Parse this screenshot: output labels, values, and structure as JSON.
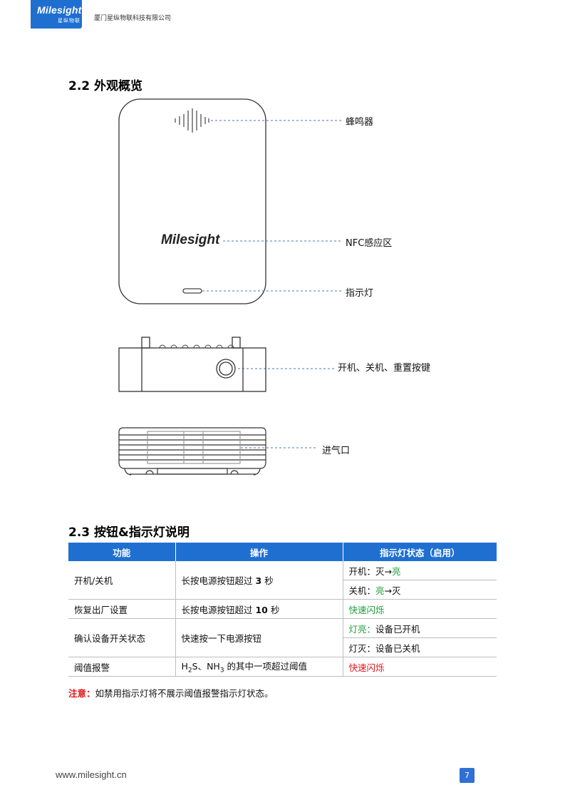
{
  "header": {
    "logo_name": "Milesight",
    "logo_sub": "星纵物联",
    "company": "厦门星纵物联科技有限公司"
  },
  "section_2_2": {
    "title": "2.2  外观概览",
    "device_logo": "Milesight",
    "callouts": {
      "buzzer": "蜂鸣器",
      "nfc": "NFC感应区",
      "indicator": "指示灯",
      "power_button": "开机、关机、重置按键",
      "air_inlet": "进气口"
    }
  },
  "section_2_3": {
    "title": "2.3  按钮&指示灯说明",
    "headers": [
      "功能",
      "操作",
      "指示灯状态（启用）"
    ],
    "rows": {
      "power": {
        "function": "开机/关机",
        "operation_prefix": "长按电源按钮超过 ",
        "operation_num": "3",
        "operation_suffix": " 秒",
        "on_prefix": "开机：灭→",
        "on_state": "亮",
        "off_prefix": "关机：",
        "off_state": "亮",
        "off_suffix": "→灭"
      },
      "reset": {
        "function": "恢复出厂设置",
        "operation_prefix": "长按电源按钮超过 ",
        "operation_num": "10",
        "operation_suffix": " 秒",
        "indicator": "快速闪烁"
      },
      "status": {
        "function": "确认设备开关状态",
        "operation": "快速按一下电源按钮",
        "lit_label": "灯亮：",
        "lit_text": "设备已开机",
        "unlit_text": "灯灭：设备已关机"
      },
      "alarm": {
        "function": "阈值报警",
        "op_h": "H",
        "op_h_sub": "2",
        "op_mid": "S、NH",
        "op_nh_sub": "3",
        "op_tail": " 的其中一项超过阈值",
        "indicator": "快速闪烁"
      }
    },
    "note_label": "注意：",
    "note_text": "如禁用指示灯将不展示阈值报警指示灯状态。"
  },
  "footer": {
    "url": "www.milesight.cn",
    "page": "7"
  },
  "colors": {
    "brand_blue": "#1f6fd1",
    "green": "#1a9e3a",
    "red": "#e0151d",
    "callout_line": "#4a78b0"
  }
}
